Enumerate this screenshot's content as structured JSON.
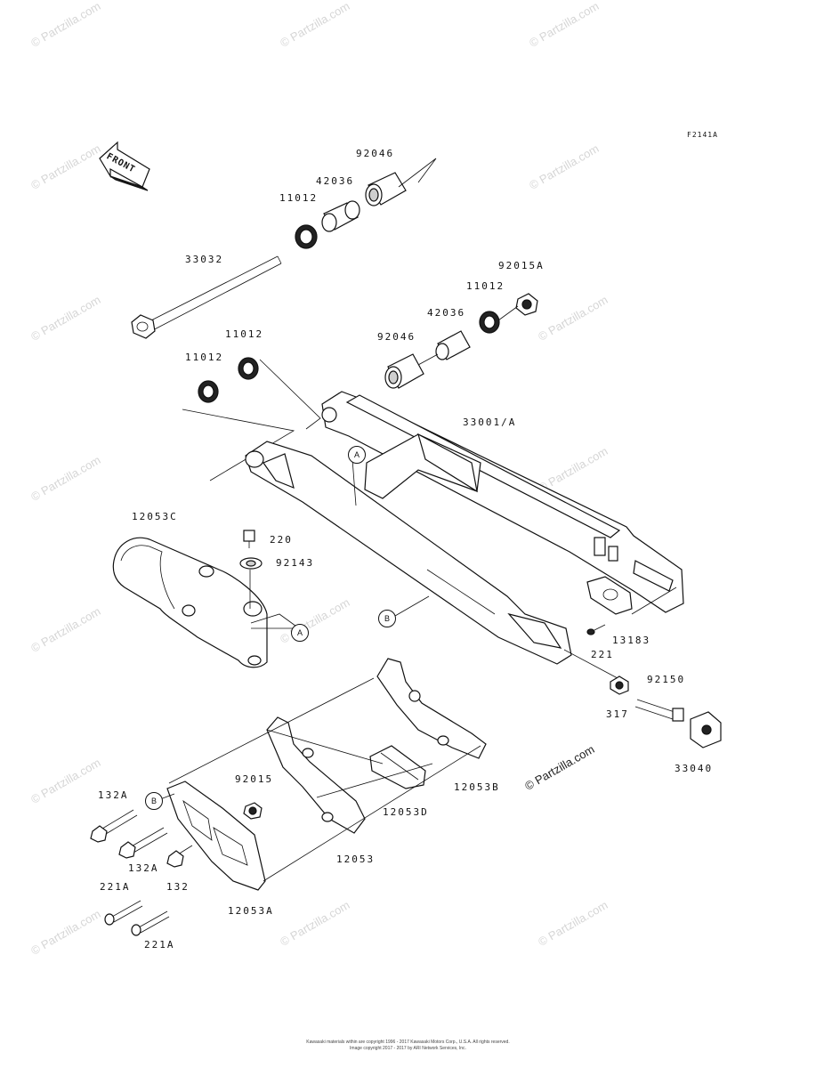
{
  "diagram": {
    "figure_code": "F2141A",
    "front_label": "FRONT",
    "ref_markers": {
      "a": "A",
      "b": "B"
    },
    "labels": {
      "p92046_top": "92046",
      "p42036_top": "42036",
      "p11012_top": "11012",
      "p33032": "33032",
      "p92015A": "92015A",
      "p11012_right": "11012",
      "p42036_right": "42036",
      "p92046_right": "92046",
      "p11012_left_a": "11012",
      "p11012_left_b": "11012",
      "p33001A": "33001/A",
      "p12053C": "12053C",
      "p220": "220",
      "p92143": "92143",
      "p13183": "13183",
      "p221": "221",
      "p92150": "92150",
      "p317": "317",
      "p33040": "33040",
      "p12053B": "12053B",
      "p12053D": "12053D",
      "p12053": "12053",
      "p92015": "92015",
      "p132A_a": "132A",
      "p132A_b": "132A",
      "p132": "132",
      "p221A_a": "221A",
      "p221A_b": "221A",
      "p12053A": "12053A"
    },
    "watermark": "© Partzilla.com",
    "copyright_lines": [
      "Kawasaki materials within are copyright 1996 - 2017 Kawasaki Motors Corp., U.S.A. All rights reserved.",
      "Image copyright 2017 - 2017 by ARI Network Services, Inc."
    ]
  }
}
